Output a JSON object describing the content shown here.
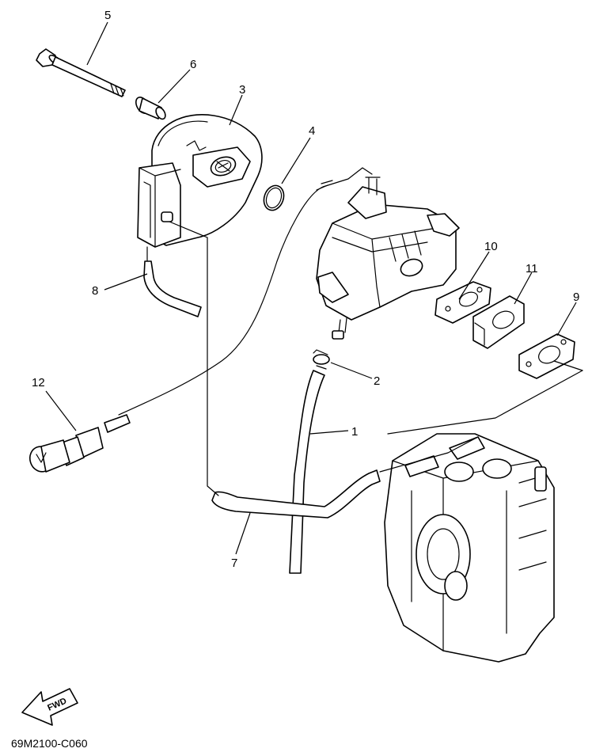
{
  "callouts": [
    "1",
    "2",
    "3",
    "4",
    "5",
    "6",
    "7",
    "8",
    "9",
    "10",
    "11",
    "12"
  ],
  "fwd_label": "FWD",
  "diagram_code": "69M2100-C060",
  "icons": {
    "fwd": "fwd-arrow-icon"
  }
}
